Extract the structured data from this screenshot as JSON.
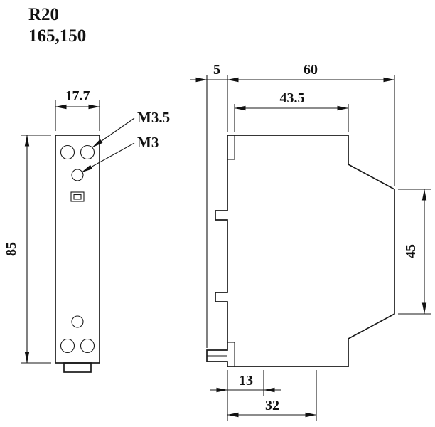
{
  "title": {
    "line1": "R20",
    "line2": "165,150"
  },
  "front_view": {
    "width_dim": "17.7",
    "height_dim": "85",
    "screw_label_primary": "M3.5",
    "screw_label_secondary": "M3"
  },
  "side_view": {
    "clip_dim": "5",
    "total_depth_dim": "60",
    "mount_depth_dim": "43.5",
    "front_height_dim": "45",
    "bottom_offset_dim": "13",
    "bottom_width_dim": "32"
  },
  "colors": {
    "line": "#1a1a1a",
    "background": "#ffffff"
  }
}
